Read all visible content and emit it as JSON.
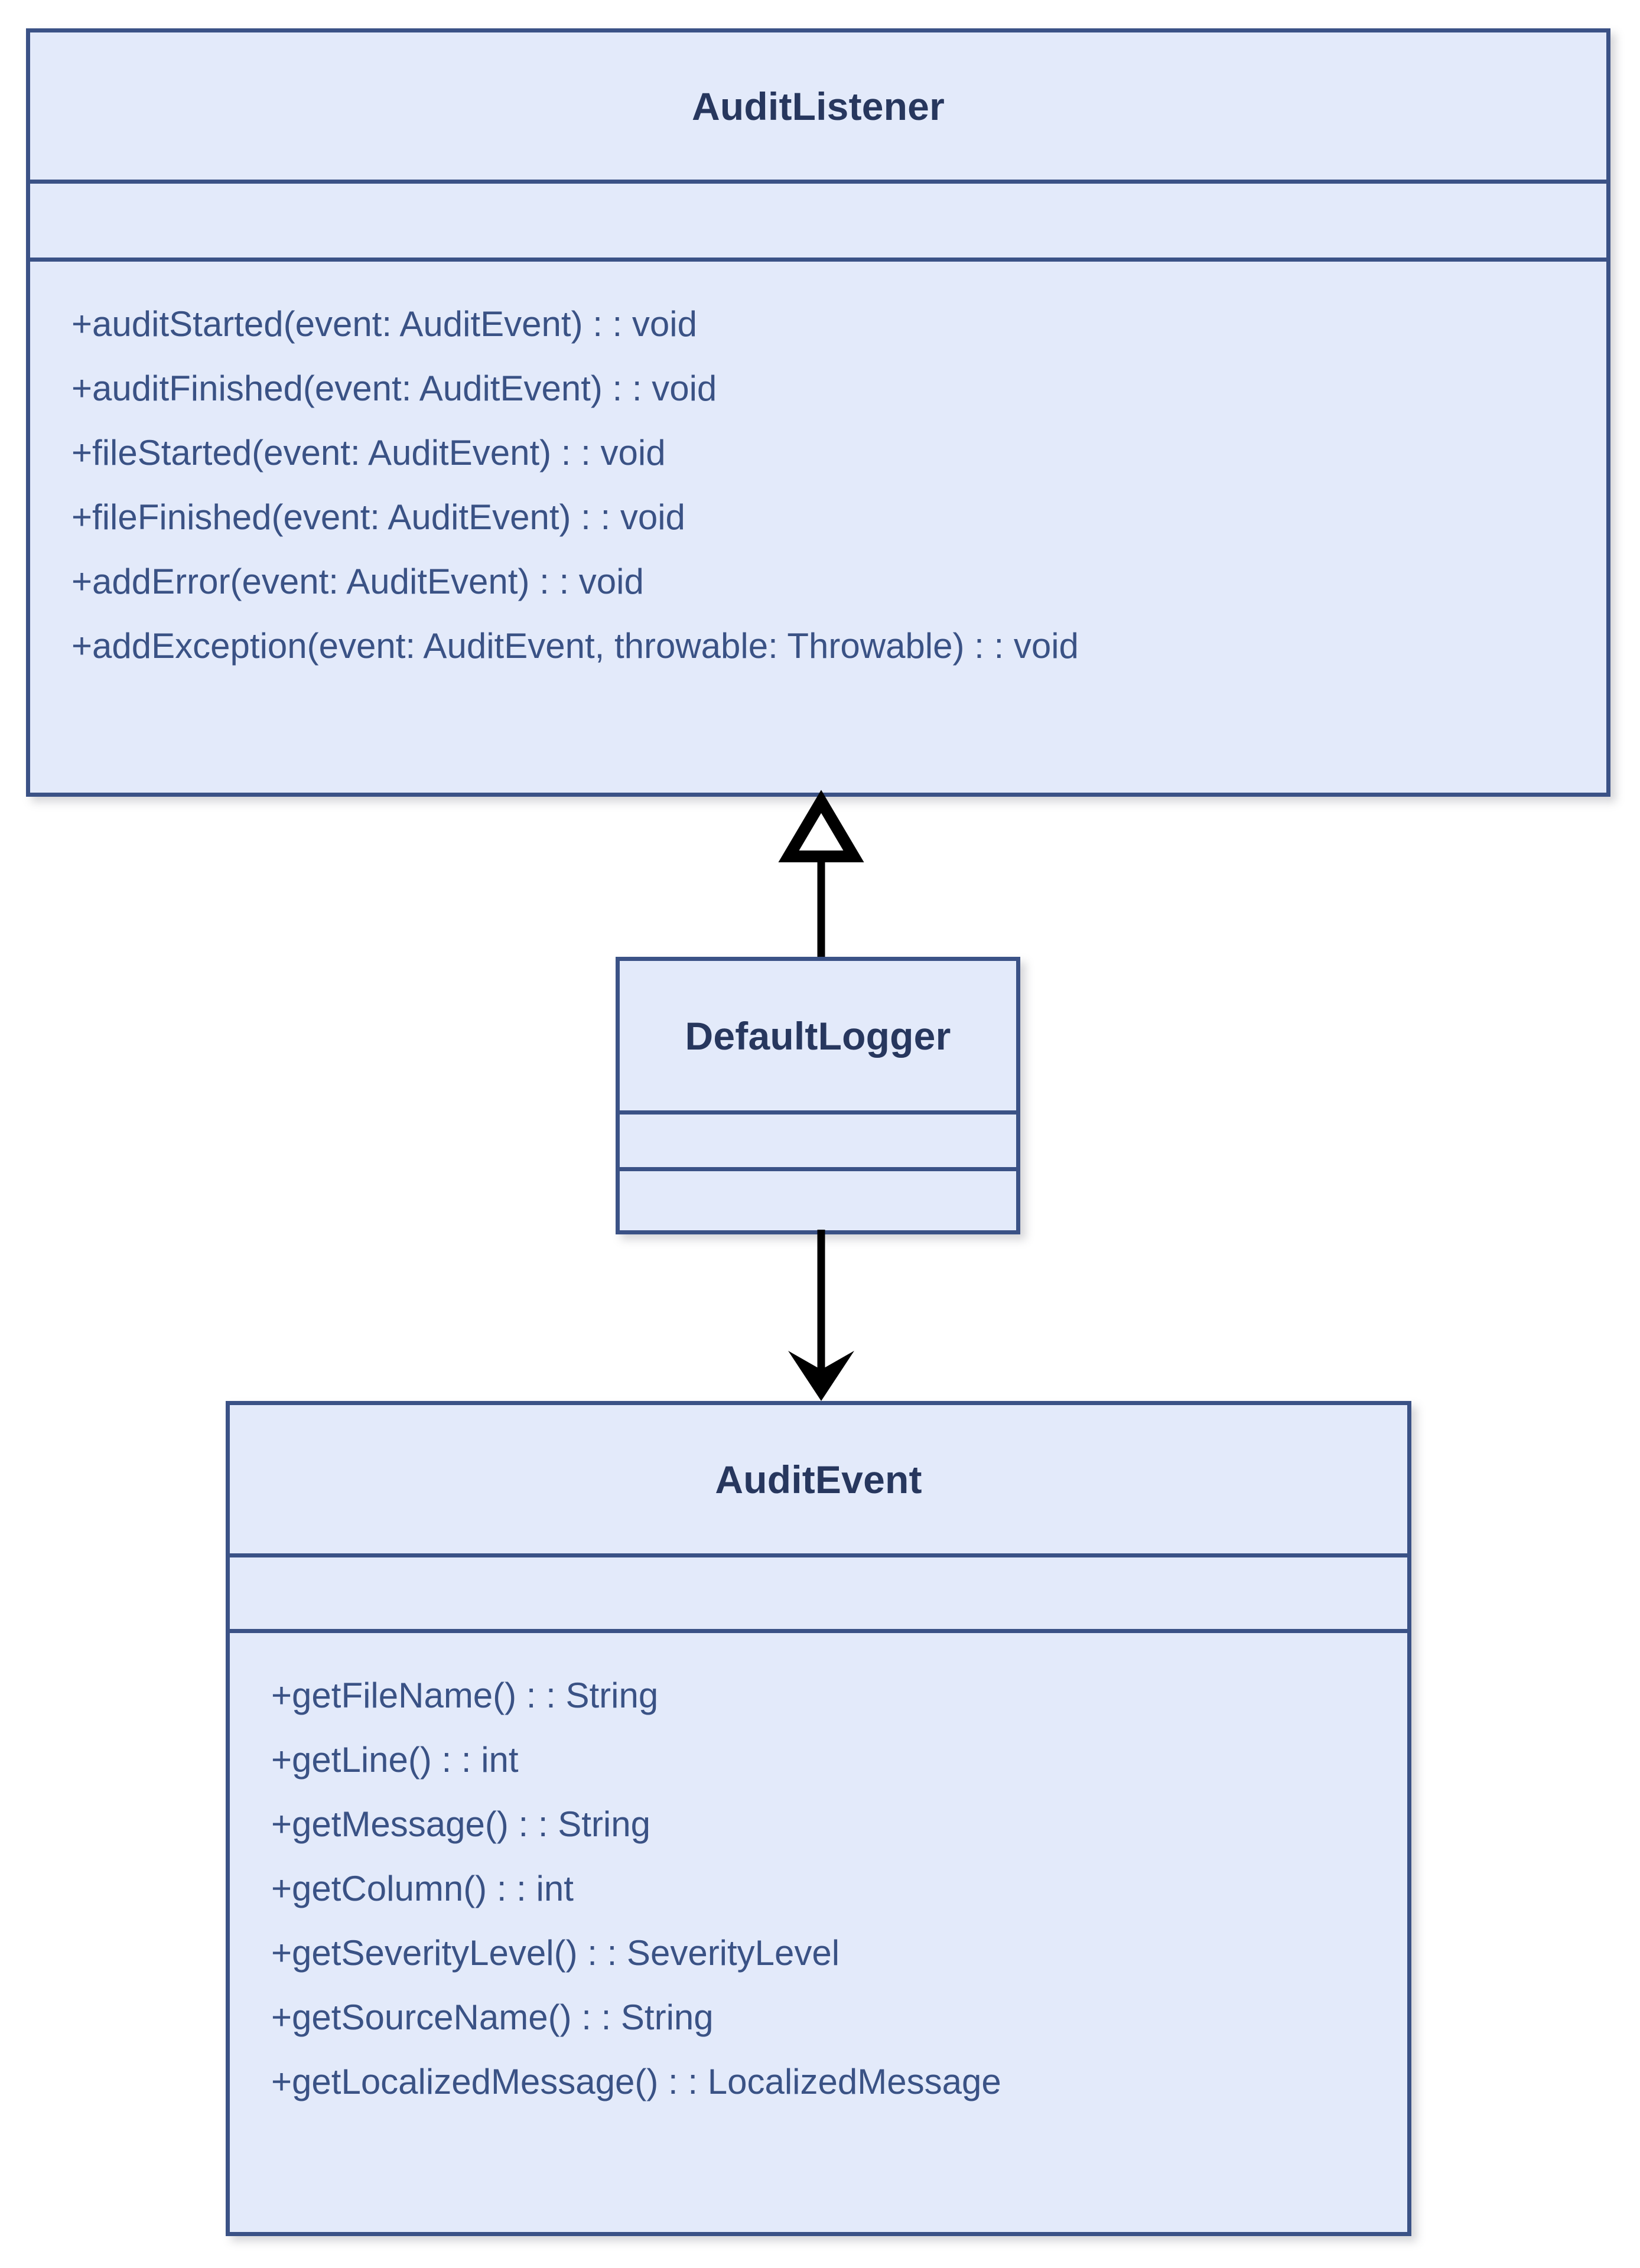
{
  "diagram": {
    "type": "uml-class-diagram",
    "background_color": "#ffffff",
    "class_fill_color": "#e3eafa",
    "class_border_color": "#3b5286",
    "class_name_text_color": "#27375e",
    "member_text_color": "#3a5285",
    "connector_color": "#000000"
  },
  "classes": [
    {
      "id": "auditlistener",
      "name": "AuditListener",
      "attributes": [],
      "methods": [
        "+auditStarted(event: AuditEvent) : : void",
        "+auditFinished(event: AuditEvent) : : void",
        "+fileStarted(event: AuditEvent) : : void",
        "+fileFinished(event: AuditEvent) : : void",
        "+addError(event: AuditEvent) : : void",
        "+addException(event: AuditEvent, throwable: Throwable) : : void"
      ]
    },
    {
      "id": "defaultlogger",
      "name": "DefaultLogger",
      "attributes": [],
      "methods": []
    },
    {
      "id": "auditevent",
      "name": "AuditEvent",
      "attributes": [],
      "methods": [
        "+getFileName() : : String",
        "+getLine() : : int",
        "+getMessage() : : String",
        "+getColumn() : : int",
        "+getSeverityLevel() : : SeverityLevel",
        "+getSourceName() : : String",
        "+getLocalizedMessage() : : LocalizedMessage"
      ]
    }
  ],
  "relationships": [
    {
      "id": "generalization",
      "from": "DefaultLogger",
      "to": "AuditListener",
      "kind": "generalization",
      "arrowhead": "hollow-triangle",
      "direction": "up"
    },
    {
      "id": "association",
      "from": "DefaultLogger",
      "to": "AuditEvent",
      "kind": "association",
      "arrowhead": "solid-arrow",
      "direction": "down"
    }
  ]
}
